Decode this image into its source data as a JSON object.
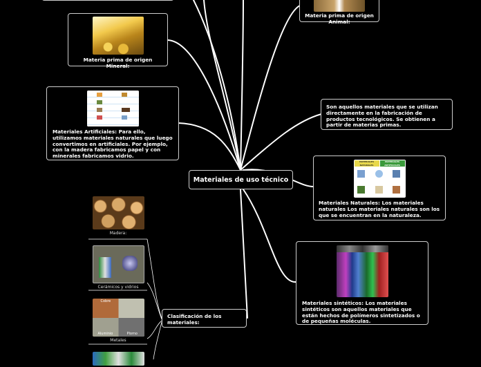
{
  "central_topic": "Materiales de uso técnico",
  "nodes": {
    "animal": {
      "label": "Materia prima de origen Animal:",
      "icon": "animal-materials-photo"
    },
    "mineral": {
      "label": "Materia prima de origen Mineral:",
      "icon": "gold-bars-photo"
    },
    "artificiales": {
      "label": "Materiales Artificiales: Para ello, utilizamos materiales naturales que luego convertimos en artificiales. Por ejemplo, con la madera fabricamos papel y con minerales fabricamos vidrio.",
      "icon": "artificial-materials-chart"
    },
    "definicion": {
      "label": "Son aquellos materiales que se utilizan directamente en la fabricación de productos tecnológicos. Se obtienen a partir de materias primas."
    },
    "naturales": {
      "label": "Materiales Naturales: Los materiales naturales Los materiales naturales son los que se encuentran en la naturaleza.",
      "icon": "natural-materials-chart",
      "image_text": [
        "MATERIALES NATURALES",
        "MATERIALES ARTIFICIALES"
      ]
    },
    "sinteticos": {
      "label": "Materiales sintéticos: Los materiales sintéticos son aquellos materiales que están hechos de polímeros sintetizados o de pequeñas moléculas.",
      "icon": "synthetic-films-photo"
    },
    "clasificacion": {
      "label": "Clasificación de los materiales:"
    }
  },
  "classification_items": [
    {
      "label": "Madera:",
      "icon": "wood-logs-photo"
    },
    {
      "label": "Cerámicos y vidrios",
      "icon": "ceramics-glass-photo"
    },
    {
      "label": "Metales",
      "icon": "metals-photo",
      "image_text": [
        "Cobre",
        "Aluminio",
        "Plomo"
      ]
    },
    {
      "label": "",
      "icon": "plastics-photo"
    }
  ],
  "colors": {
    "background": "#000000",
    "border": "#cfcfcf",
    "text": "#ffffff",
    "link": "#ffffff"
  }
}
